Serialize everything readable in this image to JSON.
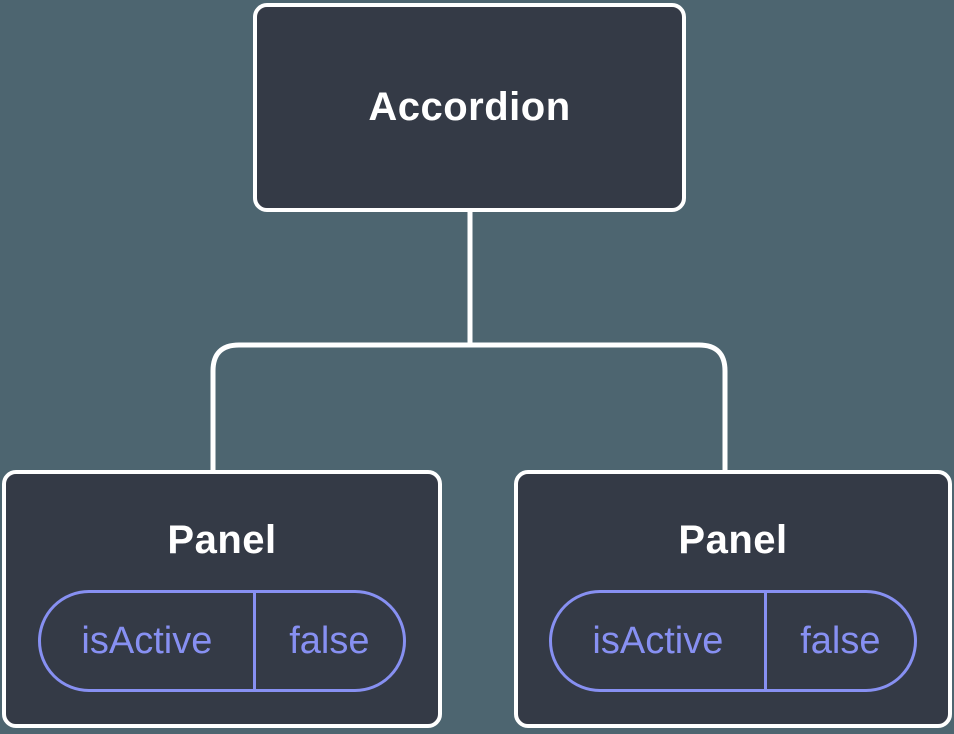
{
  "diagram": {
    "root": {
      "label": "Accordion"
    },
    "panels": [
      {
        "label": "Panel",
        "state": {
          "name": "isActive",
          "value": "false"
        }
      },
      {
        "label": "Panel",
        "state": {
          "name": "isActive",
          "value": "false"
        }
      }
    ]
  },
  "colors": {
    "background": "#4D6570",
    "node_fill": "#343A46",
    "node_border": "#FFFFFF",
    "node_text": "#FFFFFF",
    "connector": "#FFFFFF",
    "state_accent": "#8790F2"
  }
}
